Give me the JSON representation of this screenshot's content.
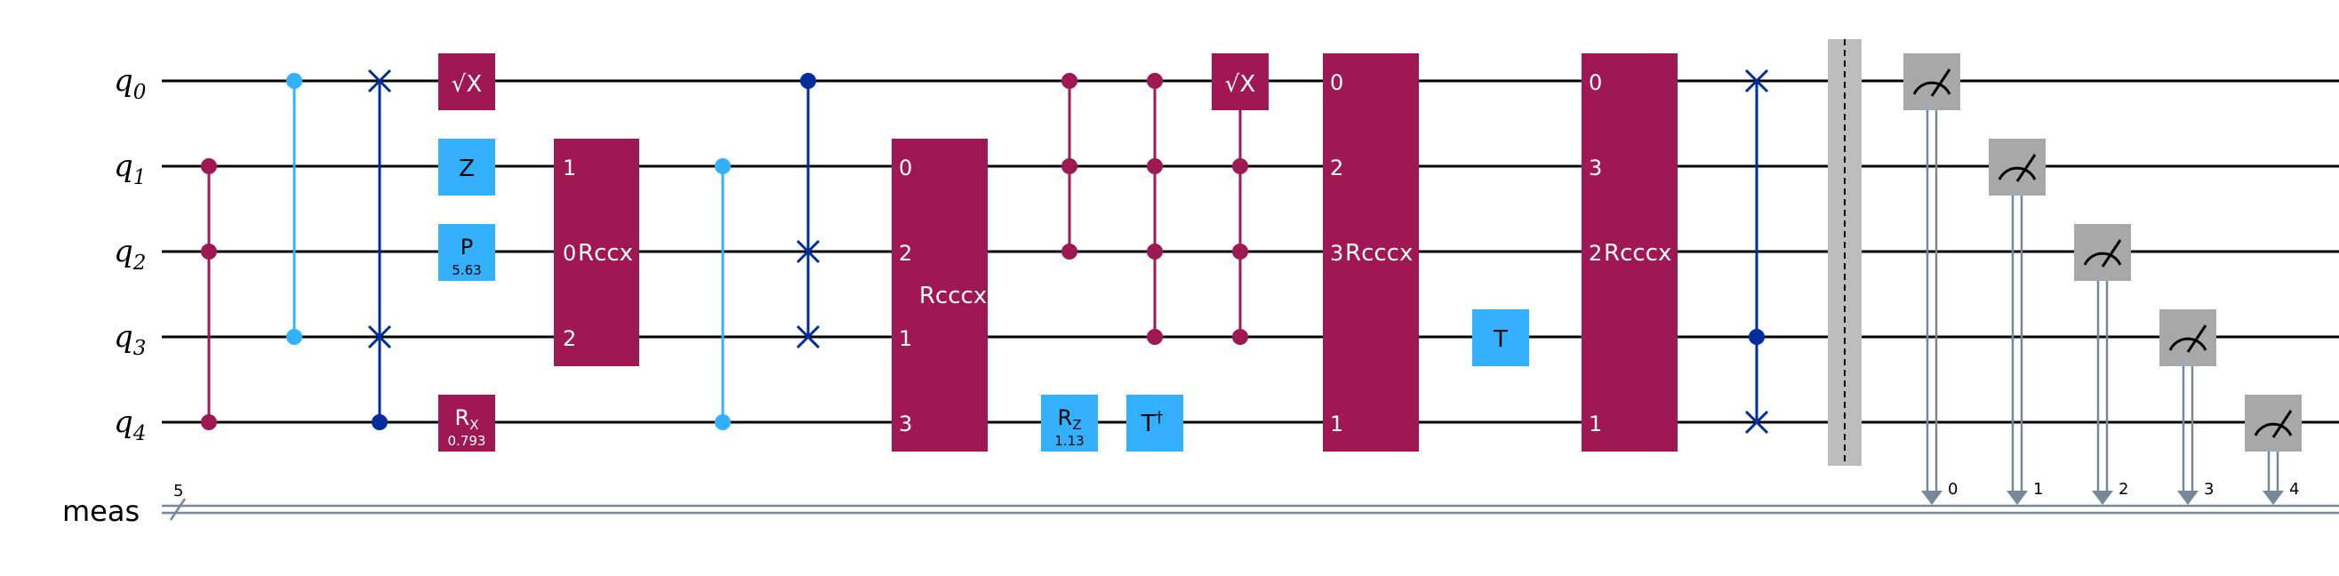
{
  "circuit": {
    "qubits": [
      {
        "label": "q",
        "index": "0"
      },
      {
        "label": "q",
        "index": "1"
      },
      {
        "label": "q",
        "index": "2"
      },
      {
        "label": "q",
        "index": "3"
      },
      {
        "label": "q",
        "index": "4"
      }
    ],
    "classical_register": {
      "label": "meas",
      "size": "5"
    },
    "gates": {
      "sx_label": "√X",
      "z_label": "Z",
      "p_label": "P",
      "p_param": "5.63",
      "rx_label": "R",
      "rx_sub": "X",
      "rx_param": "0.793",
      "rccx_label": "Rccx",
      "rccx_pins": [
        "1",
        "0",
        "2"
      ],
      "rcccx1_label": "Rcccx",
      "rcccx1_pins": [
        "0",
        "2",
        "1",
        "3"
      ],
      "rz_label": "R",
      "rz_sub": "Z",
      "rz_param": "1.13",
      "tdg_label": "T",
      "tdg_sup": "†",
      "rcccx2_label": "Rcccx",
      "rcccx2_pins": [
        "0",
        "2",
        "3",
        "1"
      ],
      "t_label": "T",
      "rcccx3_label": "Rcccx",
      "rcccx3_pins": [
        "0",
        "3",
        "2",
        "1"
      ]
    },
    "measure_bits": [
      "0",
      "1",
      "2",
      "3",
      "4"
    ],
    "colors": {
      "multi_qubit": "#9f1853",
      "single_qubit": "#33b1ff",
      "swap_cnot": "#002d9c",
      "measure": "#a8a8a8",
      "classical": "#778899",
      "barrier": "#bdbdbd"
    }
  }
}
